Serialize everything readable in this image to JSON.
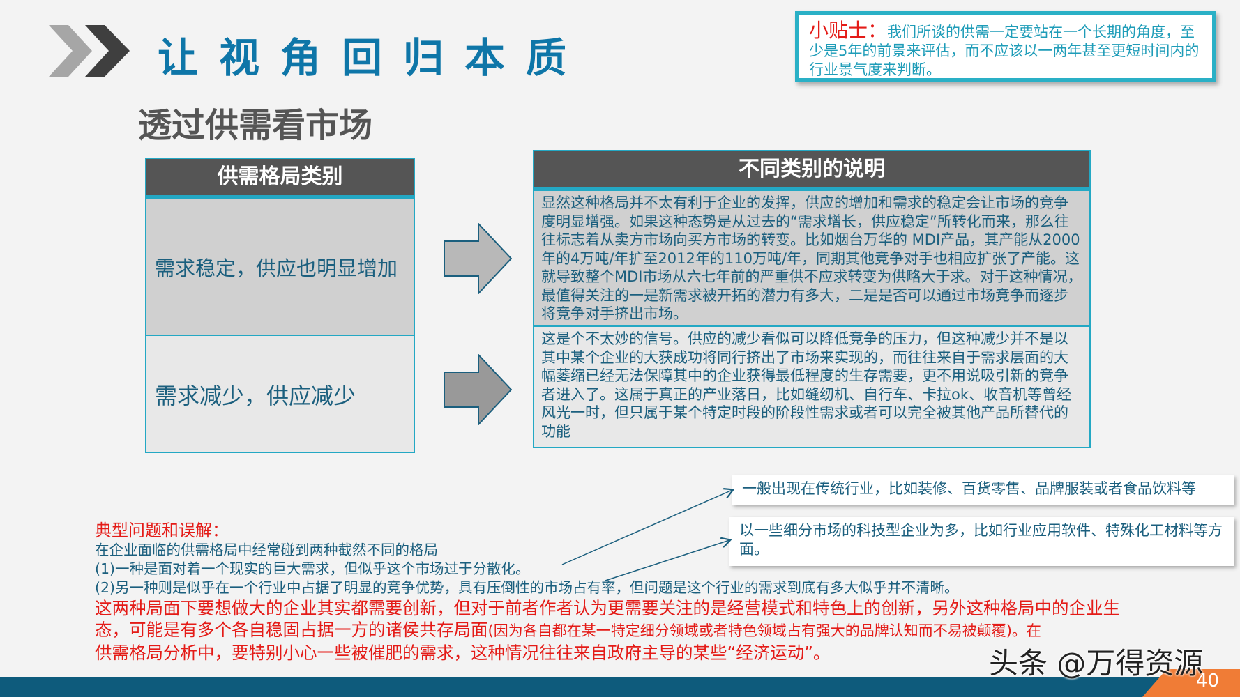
{
  "header": {
    "title": "让视角回归本质",
    "subtitle": "透过供需看市场"
  },
  "tip": {
    "label": "小贴士：",
    "text": "我们所谈的供需一定要站在一个长期的角度，至少是5年的前景来评估，而不应该以一两年甚至更短时间内的行业景气度来判断。"
  },
  "left_table": {
    "header": "供需格局类别",
    "rows": [
      {
        "label": "需求稳定，供应也明显增加"
      },
      {
        "label": "需求减少，供应减少"
      }
    ]
  },
  "right_table": {
    "header": "不同类别的说明",
    "rows": [
      {
        "text": "显然这种格局并不太有利于企业的发挥，供应的增加和需求的稳定会让市场的竞争度明显增强。如果这种态势是从过去的“需求增长，供应稳定”所转化而来，那么往往标志着从卖方市场向买方市场的转变。比如烟台万华的 MDI产品，其产能从2000年的4万吨/年扩至2012年的110万吨/年，同期其他竞争对手也相应扩张了产能。这就导致整个MDI市场从六七年前的严重供不应求转变为供略大于求。对于这种情况，最值得关注的一是新需求被开拓的潜力有多大，二是是否可以通过市场竞争而逐步将竞争对手挤出市场。"
      },
      {
        "text": "这是个不太妙的信号。供应的减少看似可以降低竞争的压力，但这种减少并不是以其中某个企业的大获成功将同行挤出了市场来实现的，而往往来自于需求层面的大幅萎缩已经无法保障其中的企业获得最低程度的生存需要，更不用说吸引新的竞争者进入了。这属于真正的产业落日，比如缝纫机、自行车、卡拉ok、收音机等曾经风光一时，但只属于某个特定时段的阶段性需求或者可以完全被其他产品所替代的功能"
      }
    ]
  },
  "notes": [
    {
      "text": "一般出现在传统行业，比如装修、百货零售、品牌服装或者食品饮料等"
    },
    {
      "text": "以一些细分市场的科技型企业为多，比如行业应用软件、特殊化工材料等方面。"
    }
  ],
  "bottom": {
    "title": "典型问题和误解：",
    "lines": [
      "在企业面临的供需格局中经常碰到两种截然不同的格局",
      "(1)一种是面对着一个现实的巨大需求，但似乎这个市场过于分散化。",
      "(2)另一种则是似乎在一个行业中占据了明显的竞争优势，具有压倒性的市场占有率，但问题是这个行业的需求到底有多大似乎并不清晰。"
    ],
    "conclusion_a": "这两种局面下要想做大的企业其实都需要创新，但对于前者作者认为更需要关注的是经营模式和特色上的创新，另外这种格局中的企业生态，可能是有多个各自稳固占据一方的诸侯共存局面",
    "conclusion_b": "(因为各自都在某一特定细分领域或者特色领域占有强大的品牌认知而不易被颠覆)。在",
    "conclusion_c": "供需格局分析中，要特别小心一些被催肥的需求，这种情况往往来自政府主导的某些“经济运动”。"
  },
  "footer": {
    "page_number": "40",
    "watermark": "头条 @万得资源"
  },
  "colors": {
    "accent_blue": "#0e76a8",
    "teal_border": "#23a8c4",
    "red": "#e41b17",
    "footer_blue": "#0e5b7c",
    "footer_orange": "#f07c36"
  }
}
